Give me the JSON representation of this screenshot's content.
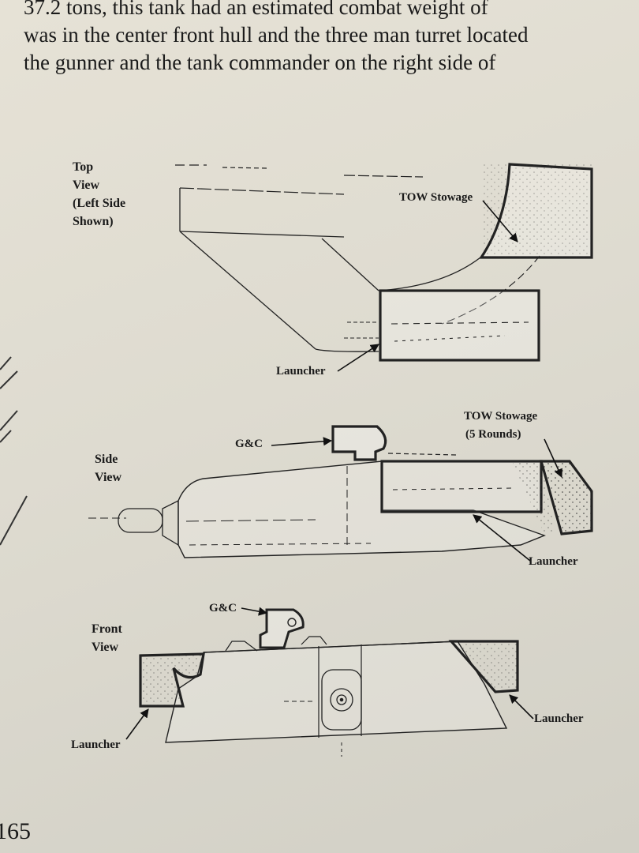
{
  "body_text": {
    "lines": [
      "37.2 tons, this tank had an estimated combat weight of",
      "was in the center front hull and the three man turret located",
      "the gunner and the tank commander on the right side of"
    ]
  },
  "top_view": {
    "title_lines": [
      "Top",
      "View",
      "(Left Side",
      "Shown)"
    ],
    "tow_stowage_label": "TOW Stowage",
    "launcher_label": "Launcher"
  },
  "side_view": {
    "title_lines": [
      "Side",
      "View"
    ],
    "gc_label": "G&C",
    "tow_stowage_label": "TOW Stowage",
    "tow_stowage_sub": "(5 Rounds)",
    "launcher_label": "Launcher"
  },
  "front_view": {
    "title_lines": [
      "Front",
      "View"
    ],
    "gc_label": "G&C",
    "launcher_left_label": "Launcher",
    "launcher_right_label": "Launcher"
  },
  "page_number": "165"
}
